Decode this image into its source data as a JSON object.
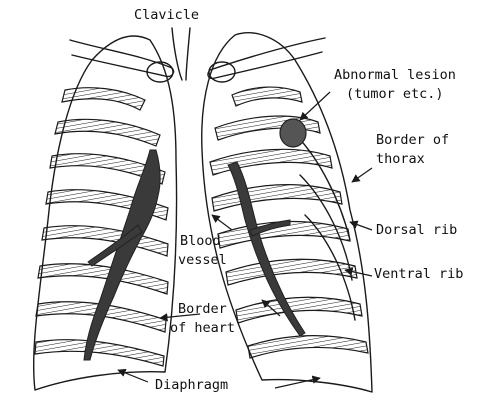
{
  "labels": {
    "clavicle": "Clavicle",
    "lesion_line1": "Abnormal lesion",
    "lesion_line2": "(tumor etc.)",
    "thorax_line1": "Border of",
    "thorax_line2": "thorax",
    "dorsal_rib": "Dorsal rib",
    "blood_line1": "Blood",
    "blood_line2": "vessel",
    "ventral_rib": "Ventral rib",
    "heart_line1": "Border",
    "heart_line2": "of heart",
    "diaphragm": "Diaphragm"
  }
}
